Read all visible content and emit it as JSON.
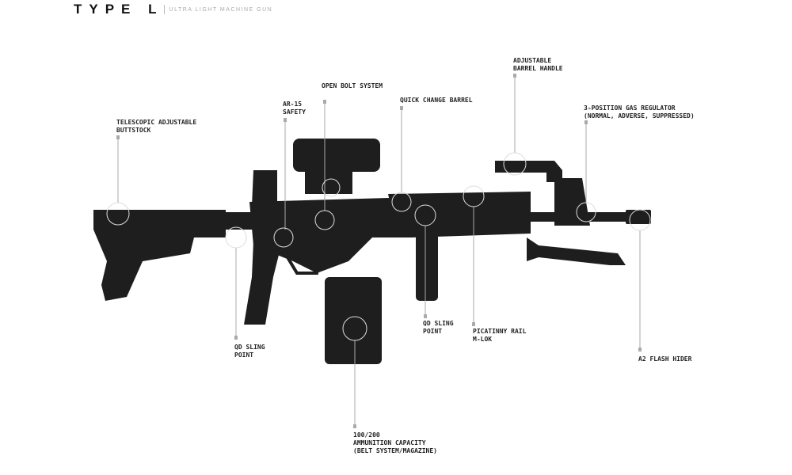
{
  "header": {
    "title": "TYPE L",
    "subtitle": "ULTRA LIGHT MACHINE GUN"
  },
  "callouts": [
    {
      "id": "buttstock",
      "text": "TELESCOPIC ADJUSTABLE\nBUTTSTOCK"
    },
    {
      "id": "safety",
      "text": "AR-15\nSAFETY"
    },
    {
      "id": "open-bolt",
      "text": "OPEN BOLT SYSTEM"
    },
    {
      "id": "quick-change",
      "text": "QUICK CHANGE BARREL"
    },
    {
      "id": "barrel-handle",
      "text": "ADJUSTABLE\nBARREL HANDLE"
    },
    {
      "id": "gas-regulator",
      "text": "3-POSITION GAS REGULATOR\n(NORMAL, ADVERSE, SUPPRESSED)"
    },
    {
      "id": "qd-sling-rear",
      "text": "QD SLING\nPOINT"
    },
    {
      "id": "qd-sling-front",
      "text": "QD SLING\nPOINT"
    },
    {
      "id": "picatinny",
      "text": "PICATINNY RAIL\nM-LOK"
    },
    {
      "id": "flash-hider",
      "text": "A2 FLASH HIDER"
    },
    {
      "id": "ammo",
      "text": "100/200\nAMMUNITION CAPACITY\n(BELT SYSTEM/MAGAZINE)"
    }
  ]
}
